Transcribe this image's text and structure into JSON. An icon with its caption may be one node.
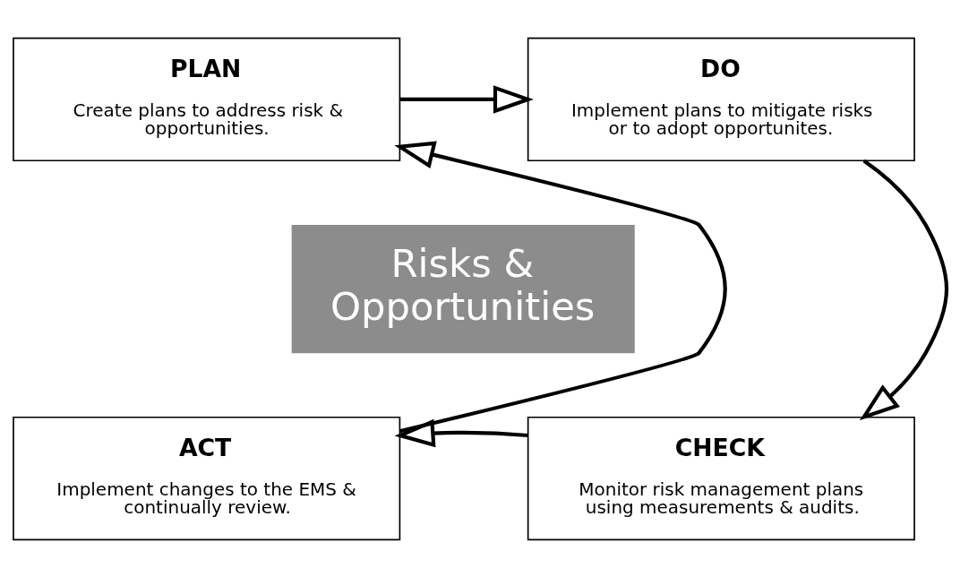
{
  "diagram": {
    "nodes": [
      {
        "text": [
          "PLAN",
          "Create plans to address risk & opportunities."
        ]
      },
      {
        "text": [
          "DO",
          "Implement plans to mitigate risks or to adopt opportunites."
        ]
      },
      {
        "text": [
          "Risks & Opportunities"
        ]
      },
      {
        "text": [
          "ACT",
          "Implement changes to the EMS & continually review."
        ]
      },
      {
        "text": [
          "CHECK",
          "Monitor risk management plans using measurements & audits."
        ]
      }
    ],
    "edges": [
      {
        "from": 0,
        "to": 1,
        "arrow": "to"
      },
      {
        "from": 1,
        "to": 4,
        "arrow": "to"
      },
      {
        "from": 4,
        "to": 3,
        "arrow": "to"
      },
      {
        "from": 3,
        "to": 0,
        "arrow": "to"
      }
    ]
  }
}
